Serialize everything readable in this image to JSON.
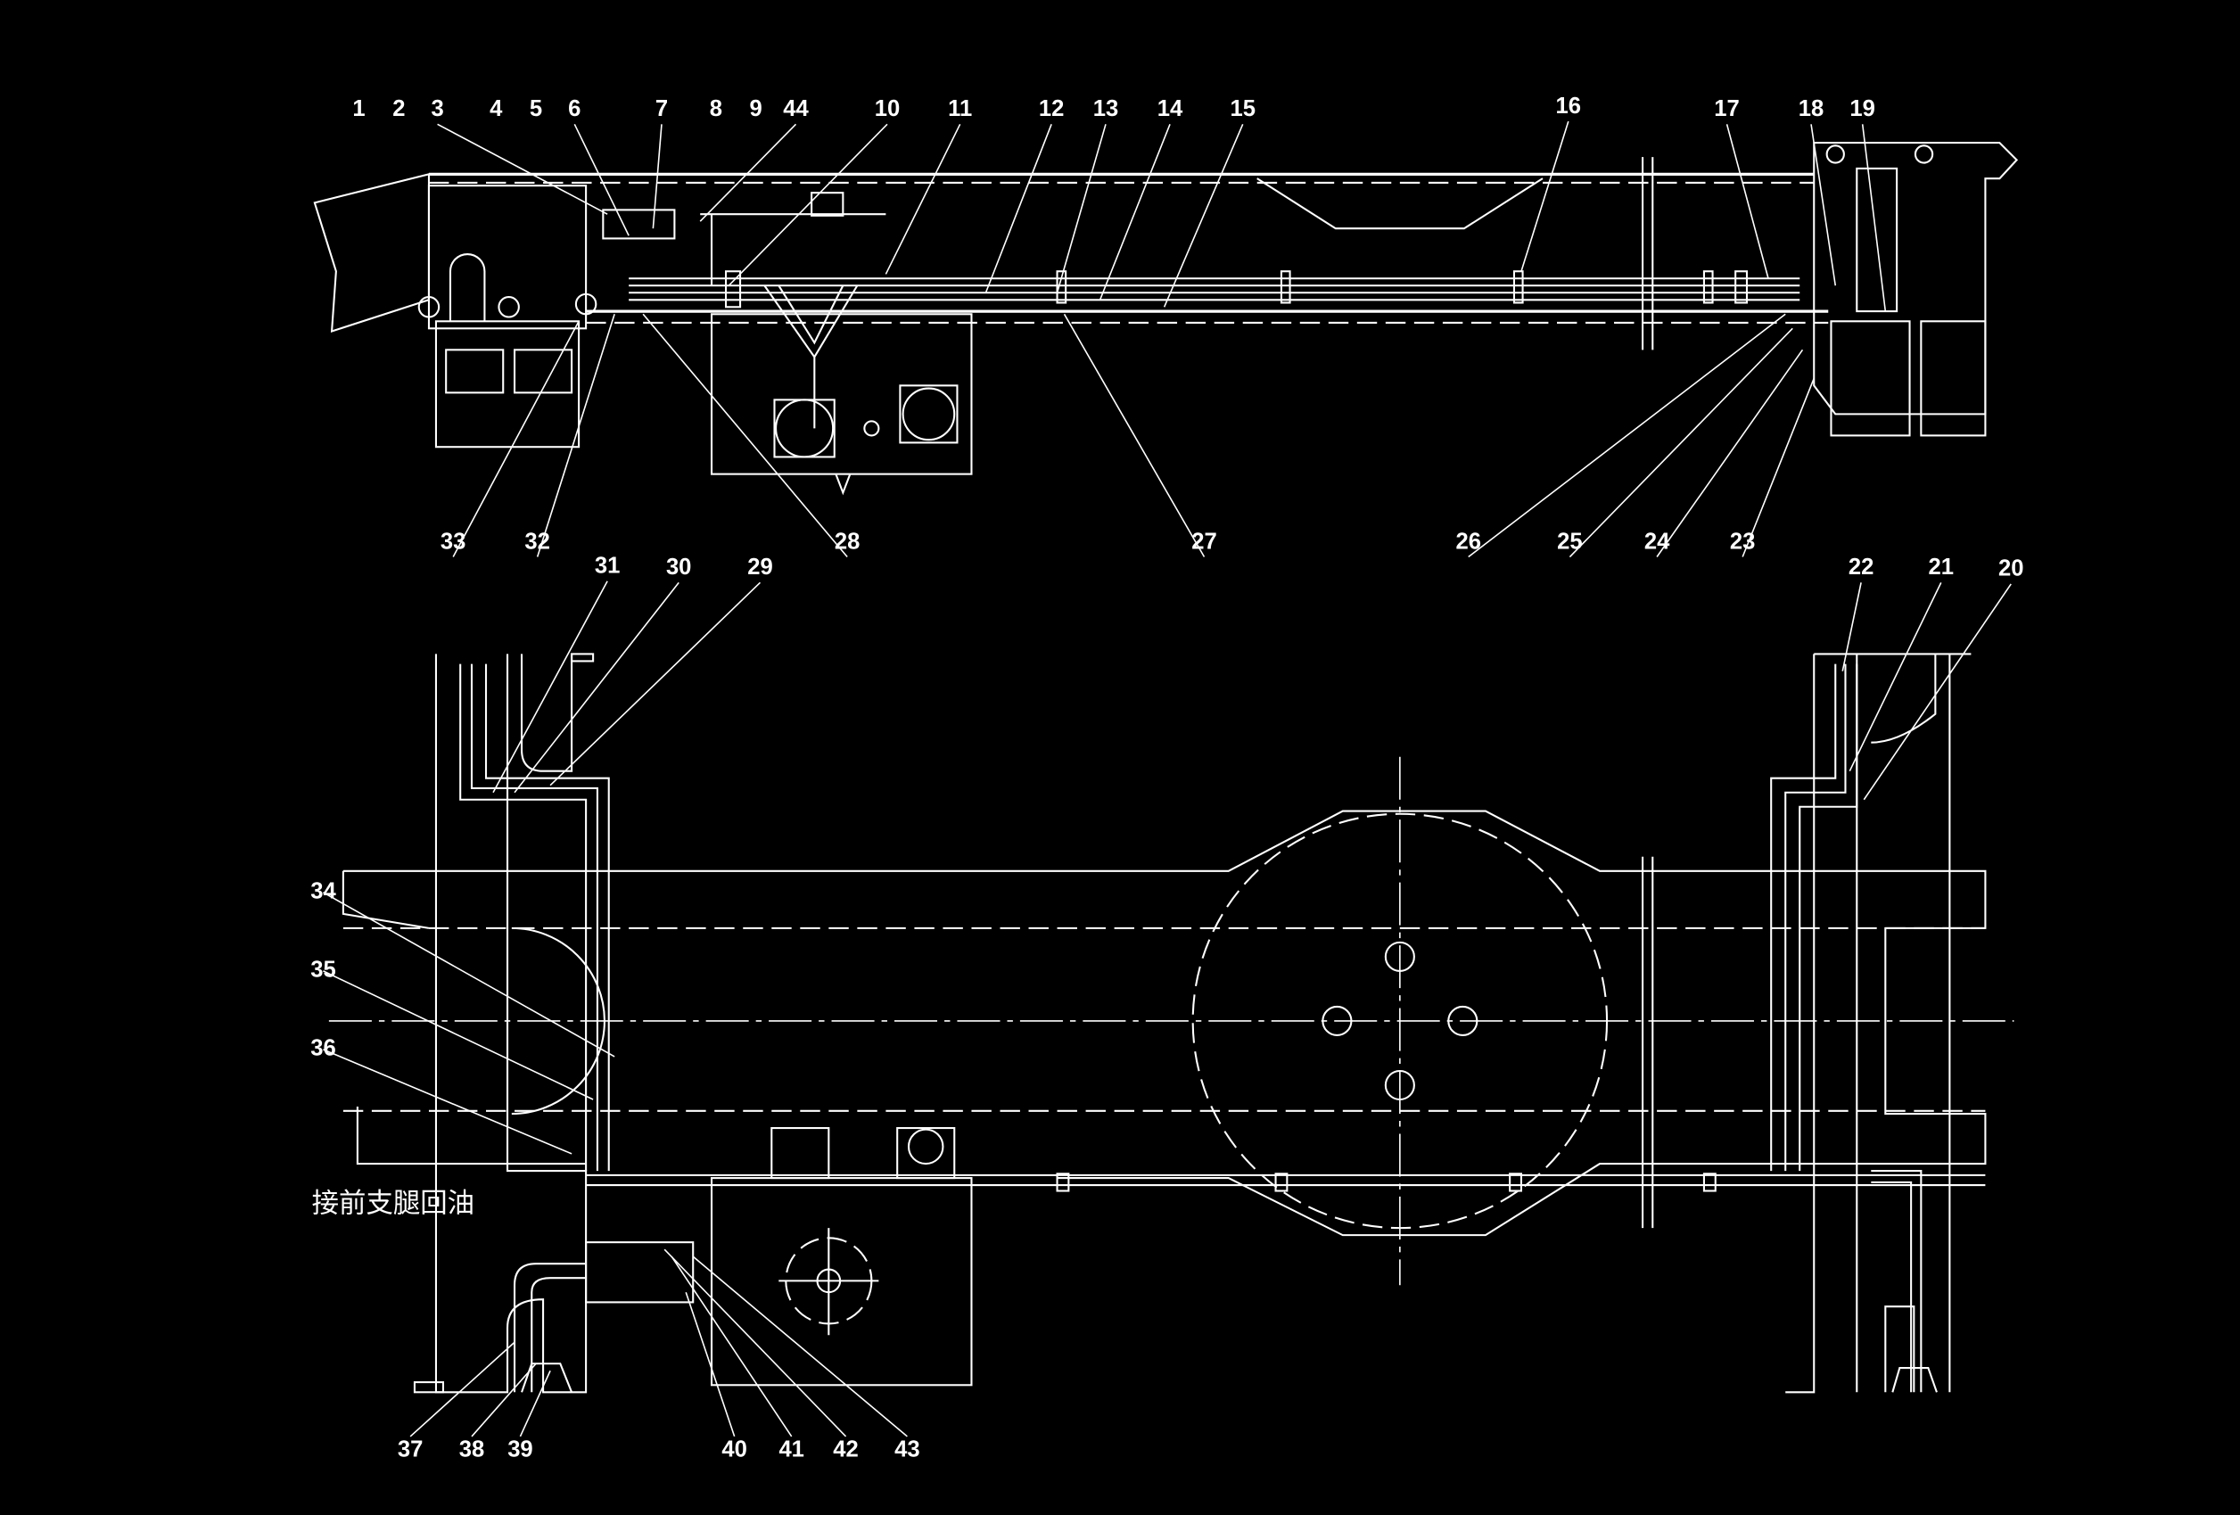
{
  "diagram": {
    "colors": {
      "background": "#000000",
      "lines": "#ffffff"
    },
    "callouts": [
      "1",
      "2",
      "3",
      "4",
      "5",
      "6",
      "7",
      "8",
      "9",
      "44",
      "10",
      "11",
      "12",
      "13",
      "14",
      "15",
      "16",
      "17",
      "18",
      "19",
      "33",
      "32",
      "28",
      "27",
      "26",
      "25",
      "24",
      "23",
      "31",
      "30",
      "29",
      "22",
      "21",
      "20",
      "34",
      "35",
      "36",
      "37",
      "38",
      "39",
      "40",
      "41",
      "42",
      "43"
    ],
    "annotation": "接前支腿回油"
  }
}
